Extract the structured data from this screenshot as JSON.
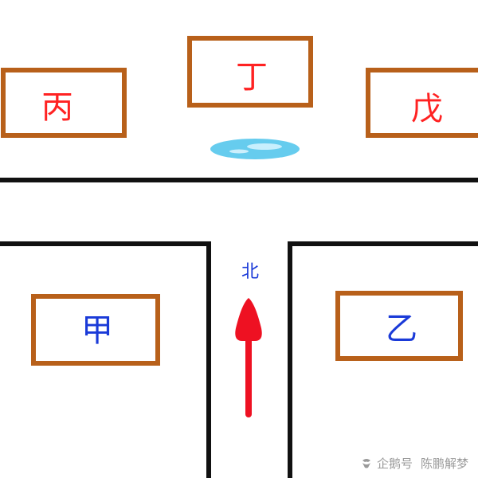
{
  "houses": {
    "bing": {
      "label": "丙",
      "color": "#ff2222"
    },
    "ding": {
      "label": "丁",
      "color": "#ff2222"
    },
    "wu": {
      "label": "戊",
      "color": "#ff2222"
    },
    "jia": {
      "label": "甲",
      "color": "#1a3ad8"
    },
    "yi": {
      "label": "乙",
      "color": "#1a3ad8"
    }
  },
  "north": {
    "label": "北",
    "color": "#1a3ad8"
  },
  "arrow": {
    "color": "#ee1122"
  },
  "colors": {
    "house_border": "#b8601a",
    "road": "#111111",
    "water": "#66ccee"
  },
  "watermark": {
    "platform": "企鹅号",
    "author": "陈鹏解梦"
  }
}
